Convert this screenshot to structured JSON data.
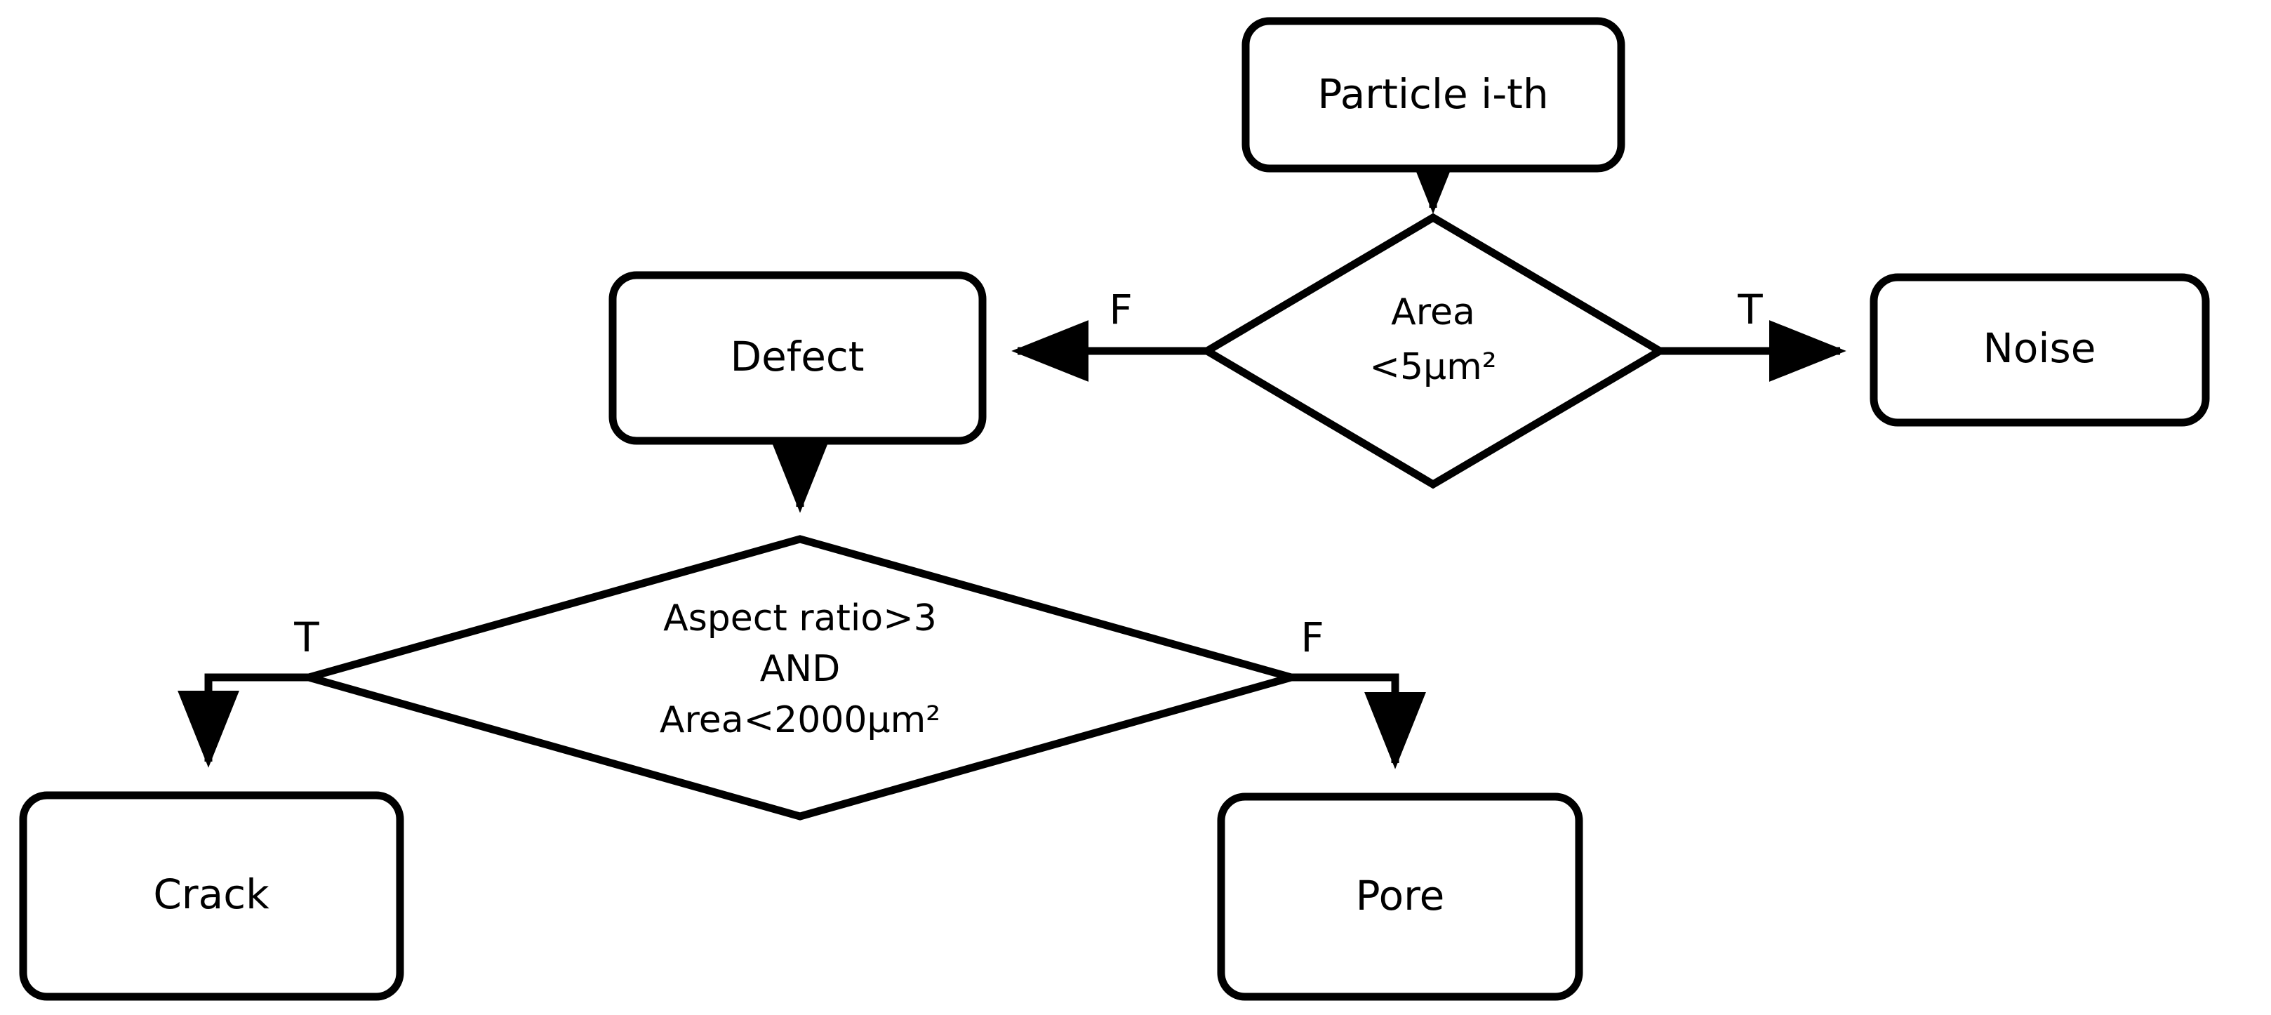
{
  "diagram": {
    "type": "flowchart",
    "title": "Particle classification decision flowchart",
    "colors": {
      "background": "#ffffff",
      "stroke": "#000000",
      "fill": "#ffffff",
      "text": "#000000"
    },
    "nodes": {
      "particle": {
        "id": "particle",
        "shape": "rounded-rectangle",
        "label": "Particle i-th"
      },
      "area_decision": {
        "id": "area_decision",
        "shape": "diamond",
        "line1": "Area",
        "line2": "<5μm²"
      },
      "defect": {
        "id": "defect",
        "shape": "rounded-rectangle",
        "label": "Defect"
      },
      "noise": {
        "id": "noise",
        "shape": "rounded-rectangle",
        "label": "Noise"
      },
      "shape_decision": {
        "id": "shape_decision",
        "shape": "diamond",
        "line1": "Aspect ratio>3",
        "line2": "AND",
        "line3": "Area<2000μm²"
      },
      "crack": {
        "id": "crack",
        "shape": "rounded-rectangle",
        "label": "Crack"
      },
      "pore": {
        "id": "pore",
        "shape": "rounded-rectangle",
        "label": "Pore"
      }
    },
    "edges": {
      "particle_to_area": {
        "from": "particle",
        "to": "area_decision",
        "label": ""
      },
      "area_false_to_defect": {
        "from": "area_decision",
        "to": "defect",
        "label": "F"
      },
      "area_true_to_noise": {
        "from": "area_decision",
        "to": "noise",
        "label": "T"
      },
      "defect_to_shape": {
        "from": "defect",
        "to": "shape_decision",
        "label": ""
      },
      "shape_true_to_crack": {
        "from": "shape_decision",
        "to": "crack",
        "label": "T"
      },
      "shape_false_to_pore": {
        "from": "shape_decision",
        "to": "pore",
        "label": "F"
      }
    }
  }
}
